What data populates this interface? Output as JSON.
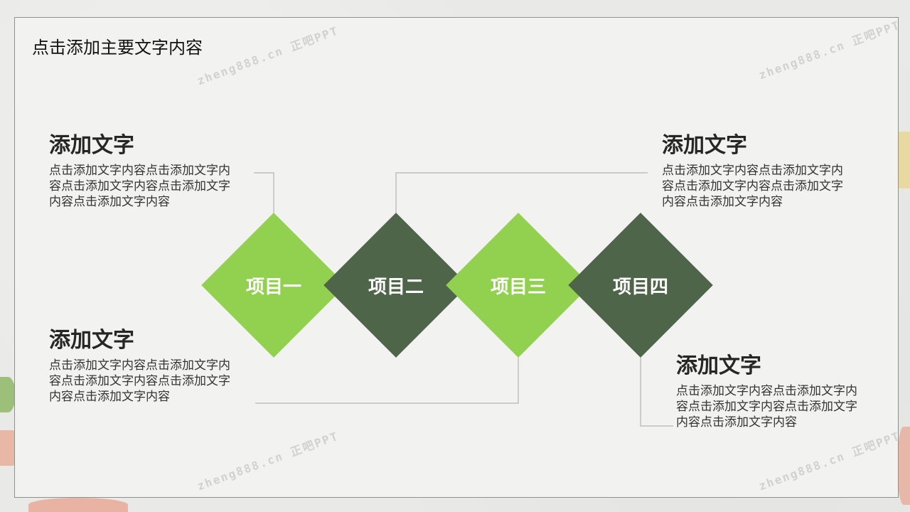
{
  "slide": {
    "title": "点击添加主要文字内容"
  },
  "blocks": [
    {
      "heading": "添加文字",
      "body": "点击添加文字内容点击添加文字内容点击添加文字内容点击添加文字内容点击添加文字内容"
    },
    {
      "heading": "添加文字",
      "body": "点击添加文字内容点击添加文字内容点击添加文字内容点击添加文字内容点击添加文字内容"
    },
    {
      "heading": "添加文字",
      "body": "点击添加文字内容点击添加文字内容点击添加文字内容点击添加文字内容点击添加文字内容"
    },
    {
      "heading": "添加文字",
      "body": "点击添加文字内容点击添加文字内容点击添加文字内容点击添加文字内容点击添加文字内容"
    }
  ],
  "diamonds": [
    {
      "label": "项目一",
      "color": "#92d050"
    },
    {
      "label": "项目二",
      "color": "#4f6549"
    },
    {
      "label": "项目三",
      "color": "#92d050"
    },
    {
      "label": "项目四",
      "color": "#4f6549"
    }
  ],
  "watermark": {
    "text": "zheng888.cn 正吧PPT"
  },
  "colors": {
    "connector": "#a6a6a6",
    "slide_bg": "#f2f2f1",
    "border": "#8f8f8f"
  }
}
